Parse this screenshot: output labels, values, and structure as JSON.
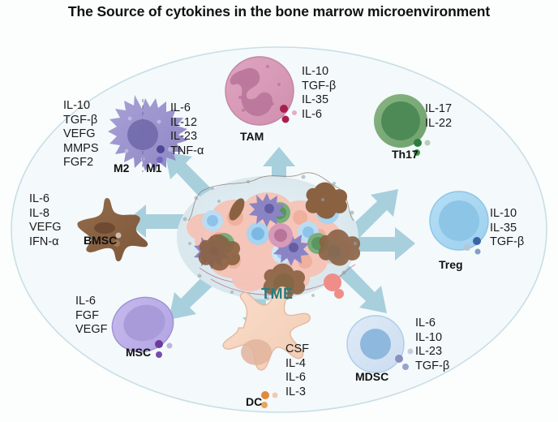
{
  "figure": {
    "title": "The Source of cytokines in the bone marrow microenvironment",
    "center_label": "TME",
    "colors": {
      "background": "#fbfefc",
      "outer_ellipse_fill": "#f4f9fb",
      "outer_ellipse_stroke": "#c8dde6",
      "tme_blob_fill": "#dde9ee",
      "arrow": "#a8cfdc",
      "tme_label": "#2a7d7d",
      "title": "#111111"
    }
  },
  "cells": [
    {
      "id": "macrophage",
      "label_left": "M2",
      "label_right": "M1",
      "name": "M2 M1",
      "color": "#9a93cc",
      "nucleus_color": "#6e67a8",
      "cytokines_left": [
        "IL-10",
        "TGF-β",
        "VEFG",
        "MMPS",
        "FGF2"
      ],
      "cytokines_right": [
        "IL-6",
        "IL-12",
        "IL-23",
        "TNF-α"
      ]
    },
    {
      "id": "tam",
      "name": "TAM",
      "color": "#d79ab8",
      "nucleus_color": "#b9749a",
      "cytokines": [
        "IL-10",
        "TGF-β",
        "IL-35",
        "IL-6"
      ]
    },
    {
      "id": "th17",
      "name": "Th17",
      "color": "#7aab77",
      "nucleus_color": "#4e8a55",
      "cytokines": [
        "IL-17",
        "IL-22"
      ]
    },
    {
      "id": "treg",
      "name": "Treg",
      "color": "#a9d8f2",
      "nucleus_color": "#7fc0e8",
      "cytokines": [
        "IL-10",
        "IL-35",
        "TGF-β"
      ]
    },
    {
      "id": "mdsc",
      "name": "MDSC",
      "color": "#d5e4f3",
      "nucleus_color": "#9cc0e2",
      "cytokines": [
        "IL-6",
        "IL-10",
        "IL-23",
        "TGF-β"
      ]
    },
    {
      "id": "dc",
      "name": "DC",
      "color": "#f7d6c2",
      "nucleus_color": "#e0b49c",
      "cytokines": [
        "CSF",
        "IL-4",
        "IL-6",
        "IL-3"
      ]
    },
    {
      "id": "msc",
      "name": "MSC",
      "color": "#bdb0e8",
      "nucleus_color": "#a99ada",
      "cytokines": [
        "IL-6",
        "FGF",
        "VEGF"
      ]
    },
    {
      "id": "bmsc",
      "name": "BMSC",
      "color": "#8a6242",
      "nucleus_color": "#6d4a31",
      "cytokines": [
        "IL-6",
        "IL-8",
        "VEFG",
        "IFN-α"
      ]
    }
  ],
  "text": {
    "macrophage_left_block": "IL-10\nTGF-β\nVEFG\nMMPS\nFGF2",
    "macrophage_right_block": "IL-6\nIL-12\nIL-23\nTNF-α",
    "tam_block": "IL-10\nTGF-β\nIL-35\nIL-6",
    "th17_block": "IL-17\nIL-22",
    "treg_block": "IL-10\nIL-35\nTGF-β",
    "mdsc_block": "IL-6\nIL-10\nIL-23\nTGF-β",
    "dc_block": "CSF\nIL-4\nIL-6\nIL-3",
    "msc_block": "IL-6\nFGF\nVEGF",
    "bmsc_block": "IL-6\nIL-8\nVEFG\nIFN-α"
  }
}
